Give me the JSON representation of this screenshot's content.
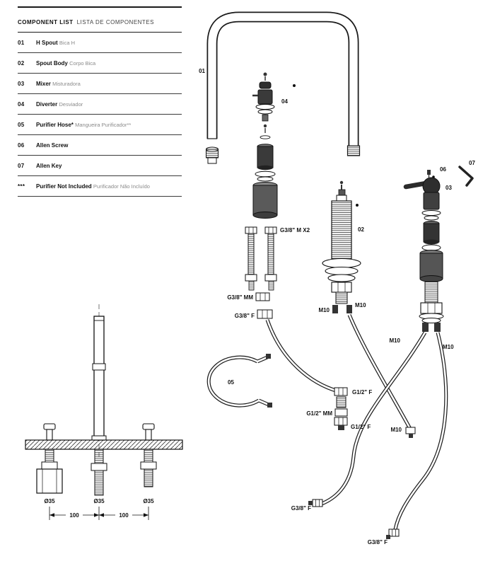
{
  "component_list": {
    "title_en": "COMPONENT LIST",
    "title_pt": "LISTA DE COMPONENTES",
    "items": [
      {
        "num": "01",
        "en": "H Spout",
        "pt": "Bica H"
      },
      {
        "num": "02",
        "en": "Spout Body",
        "pt": "Corpo Bica"
      },
      {
        "num": "03",
        "en": "Mixer",
        "pt": "Misturadora"
      },
      {
        "num": "04",
        "en": "Diverter",
        "pt": "Desviador"
      },
      {
        "num": "05",
        "en": "Purifier Hose*",
        "pt": "Mangueira Purificador**"
      },
      {
        "num": "06",
        "en": "Allen Screw",
        "pt": ""
      },
      {
        "num": "07",
        "en": "Allen Key",
        "pt": ""
      },
      {
        "num": "***",
        "en": "Purifier Not Included",
        "pt": "Purificador Não Incluído"
      }
    ]
  },
  "diagram": {
    "labels": {
      "ref01": "01",
      "ref02": "02",
      "ref03": "03",
      "ref04": "04",
      "ref05": "05",
      "ref06": "06",
      "ref07": "07",
      "g38_m_x2": "G3/8\" M X2",
      "g38_mm": "G3/8\" MM",
      "g38_f": "G3/8\" F",
      "m10_body_left": "M10",
      "m10_body_right": "M10",
      "m10_mixer_left": "M10",
      "m10_mixer_right": "M10",
      "m10_mid": "M10",
      "g12_f_top": "G1/2\" F",
      "g12_mm": "G1/2\" MM",
      "g12_f_bottom": "G1/2\" F",
      "g38_f_hose_left": "G3/8\" F",
      "g38_f_hose_right": "G3/8\" F"
    }
  },
  "installation": {
    "hole_diameters": [
      "Ø35",
      "Ø35",
      "Ø35"
    ],
    "spacings": [
      "100",
      "100"
    ]
  },
  "colors": {
    "ink": "#1a1a1a",
    "muted": "#8a8a8a",
    "dark_fill": "#3a3a3a"
  }
}
